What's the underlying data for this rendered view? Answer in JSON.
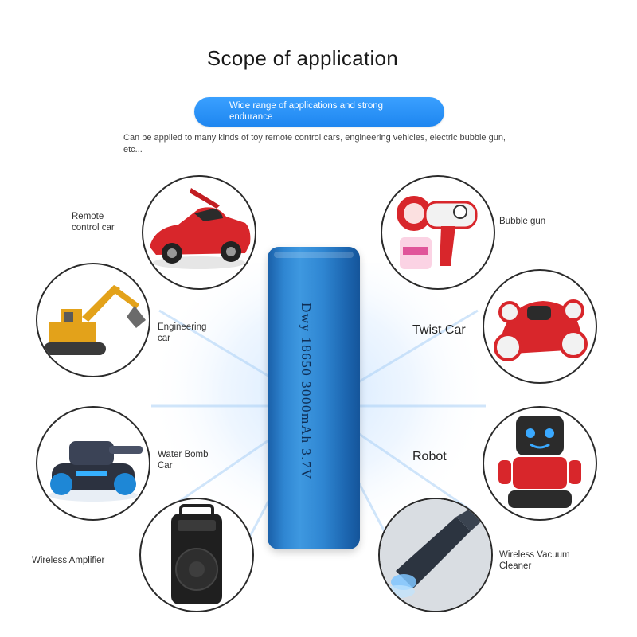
{
  "header": {
    "title": "Scope of application",
    "pill_text": "Wide range of applications and strong endurance",
    "description": "Can be applied to many kinds of toy remote control cars, engineering vehicles, electric bubble gun, etc..."
  },
  "battery": {
    "label": "Dwy 18650 3000mAh 3.7V",
    "color": "#2f86d2"
  },
  "applications": [
    {
      "label": "Remote\ncontrol car",
      "icon": "red-sports-car"
    },
    {
      "label": "Engineering\ncar",
      "icon": "excavator"
    },
    {
      "label": "Water Bomb\nCar",
      "icon": "water-bomb-tank"
    },
    {
      "label": "Wireless Amplifier",
      "icon": "speaker"
    },
    {
      "label": "Bubble gun",
      "icon": "bubble-gun"
    },
    {
      "label": "Twist Car",
      "icon": "stunt-car"
    },
    {
      "label": "Robot",
      "icon": "robot"
    },
    {
      "label": "Wireless Vacuum\nCleaner",
      "icon": "handheld-vacuum"
    }
  ],
  "colors": {
    "accent": "#1e86f0",
    "battery_blue": "#2f86d2",
    "toy_red": "#d8262b",
    "excavator_yellow": "#e3a21a"
  }
}
